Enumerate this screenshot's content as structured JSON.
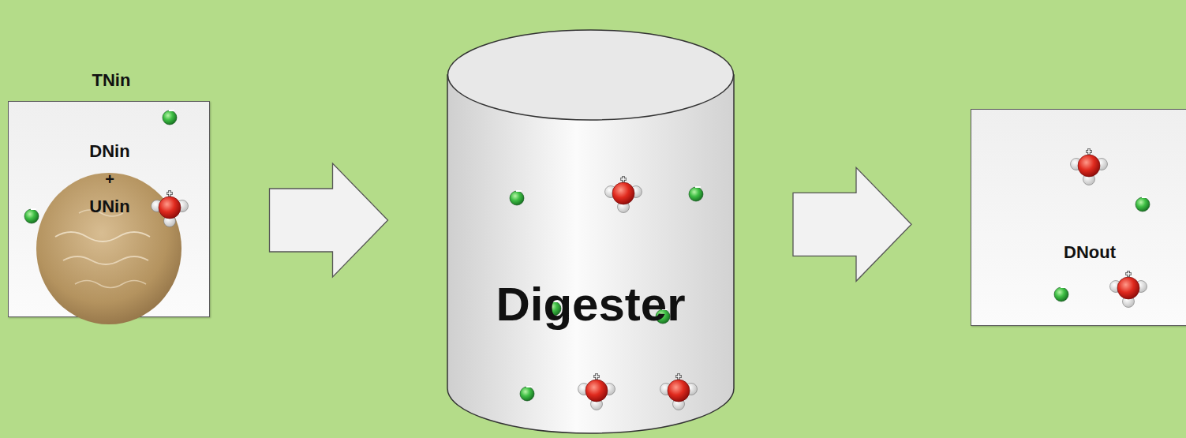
{
  "diagram": {
    "nodes": [
      {
        "text": [
          "TNin",
          "DNin",
          "+",
          "UNin"
        ]
      },
      {
        "text": [
          "Digester"
        ]
      },
      {
        "text": [
          "DNout"
        ]
      }
    ],
    "edges": [
      {
        "from": 0,
        "to": 1,
        "arrow": "to"
      },
      {
        "from": 1,
        "to": 2,
        "arrow": "to"
      }
    ]
  }
}
